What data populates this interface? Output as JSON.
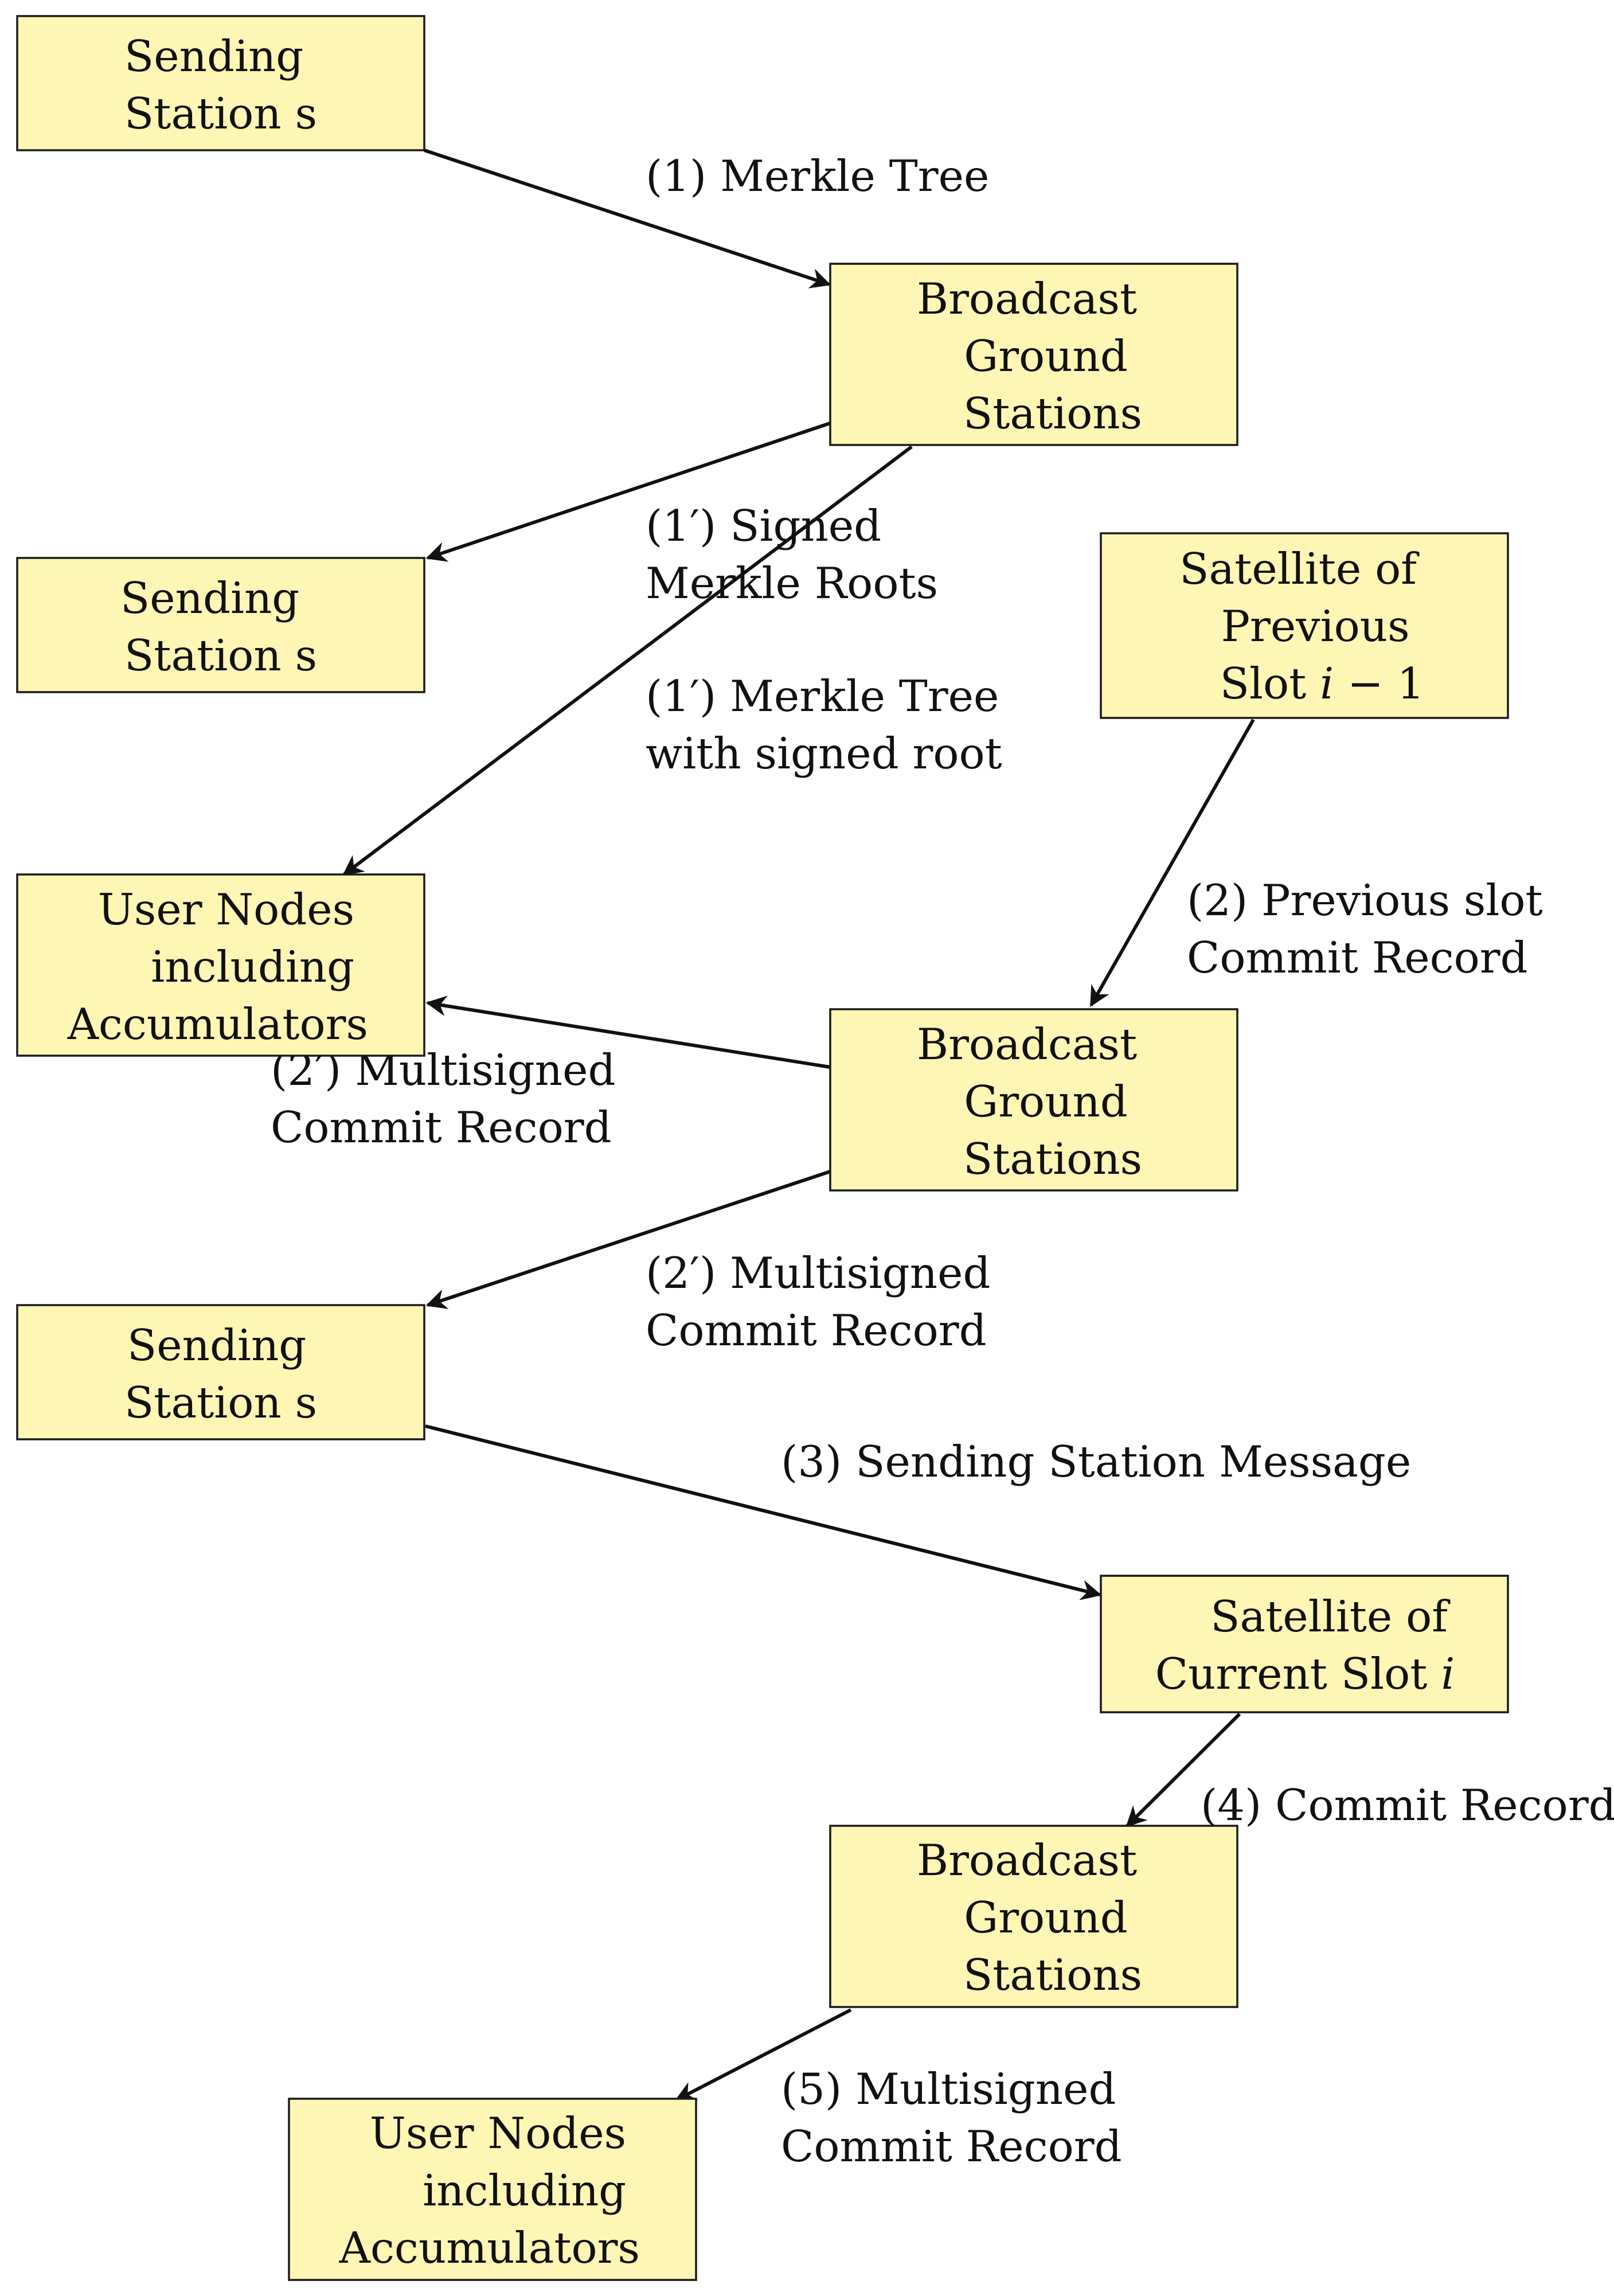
{
  "colors": {
    "box_fill": "#fdf6b4",
    "box_stroke": "#1a1a1a",
    "arrow": "#111111",
    "text": "#111111"
  },
  "nodes": {
    "sending_1": {
      "lines": [
        "Sending",
        "Station s"
      ]
    },
    "broadcast_1": {
      "lines": [
        "Broadcast",
        "Ground",
        "Stations"
      ]
    },
    "sending_2": {
      "lines": [
        "Sending",
        "Station s"
      ]
    },
    "satellite_prev": {
      "lines": [
        "Satellite of",
        "Previous"
      ],
      "slot_prefix": "Slot ",
      "slot_var": "i",
      "slot_suffix": " − 1"
    },
    "user_nodes_1": {
      "lines": [
        "User Nodes",
        "including",
        "Accumulators"
      ]
    },
    "broadcast_2": {
      "lines": [
        "Broadcast",
        "Ground",
        "Stations"
      ]
    },
    "sending_3": {
      "lines": [
        "Sending",
        "Station s"
      ]
    },
    "satellite_curr": {
      "lines": [
        "Satellite of"
      ],
      "slot_prefix": "Current Slot ",
      "slot_var": "i"
    },
    "broadcast_3": {
      "lines": [
        "Broadcast",
        "Ground",
        "Stations"
      ]
    },
    "user_nodes_2": {
      "lines": [
        "User Nodes",
        "including",
        "Accumulators"
      ]
    }
  },
  "edges": {
    "merkle_tree": {
      "lines": [
        "(1) Merkle Tree"
      ]
    },
    "signed_roots": {
      "lines": [
        "(1′) Signed",
        "Merkle Roots"
      ]
    },
    "tree_signed_root": {
      "lines": [
        "(1′) Merkle Tree",
        "with signed root"
      ]
    },
    "prev_commit": {
      "lines": [
        "(2) Previous slot",
        "Commit Record"
      ]
    },
    "multisigned_users": {
      "lines": [
        "(2′) Multisigned",
        "Commit Record"
      ]
    },
    "multisigned_sending": {
      "lines": [
        "(2′) Multisigned",
        "Commit Record"
      ]
    },
    "station_message": {
      "lines": [
        "(3) Sending Station Message"
      ]
    },
    "commit_record": {
      "lines": [
        "(4) Commit Record"
      ]
    },
    "final_multisigned": {
      "lines": [
        "(5) Multisigned",
        "Commit Record"
      ]
    }
  }
}
